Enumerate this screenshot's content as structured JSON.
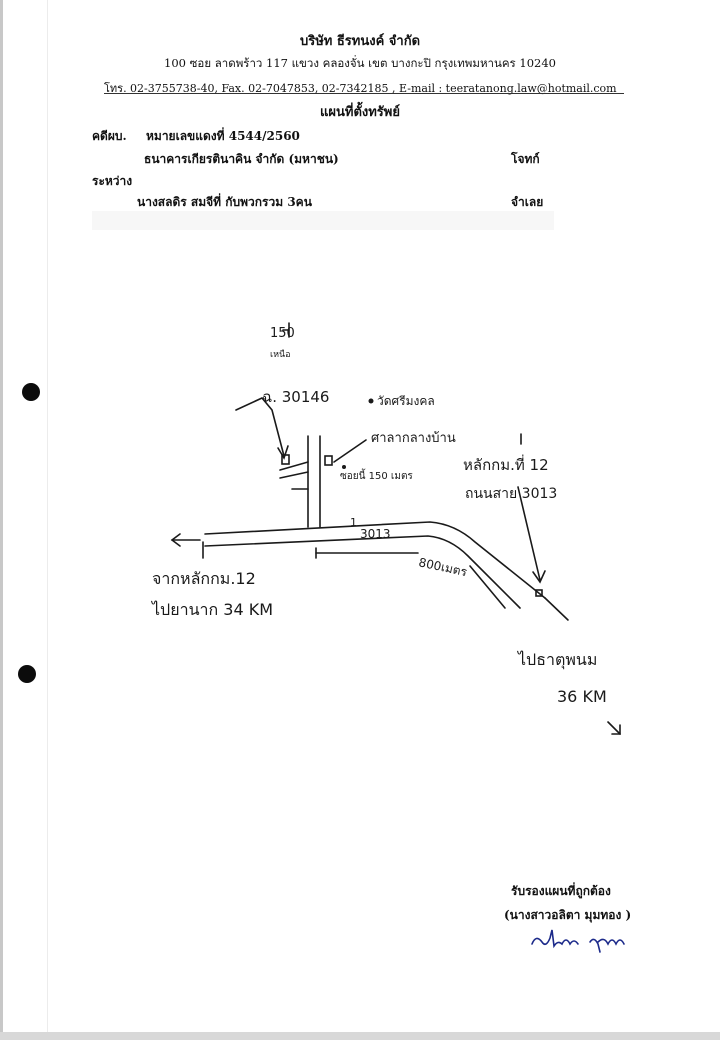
{
  "header": {
    "company": "บริษัท ธีรทนงค์ จำกัด",
    "address": "100 ซอย ลาดพร้าว 117 แขวง คลองจั่น เขต บางกะปิ กรุงเทพมหานคร 10240",
    "contact": "โทร. 02-3755738-40, Fax. 02-7047853, 02-7342185 , E-mail : teeratanong.law@hotmail.com",
    "title": "แผนที่ตั้งทรัพย์"
  },
  "case": {
    "label": "คดีผบ.",
    "number": "หมายเลขแดงที่ 4544/2560",
    "plaintiff": "ธนาคารเกียรตินาคิน จำกัด (มหาชน)",
    "plaintiff_role": "โจทก์",
    "between_label": "ระหว่าง",
    "defendant": "นางสลดิร สมจีที่ กับพวกรวม 3คน",
    "defendant_role": "จำเลย"
  },
  "map": {
    "north_value": "150",
    "north_label": "เหนือ",
    "parcel": "ฉ. 30146",
    "temple": "วัดศรีมงคล",
    "village_hall": "ศาลากลางบ้าน",
    "distance_road": "ซอยนี้ 150 เมตร",
    "road_number": "3013",
    "km_marker": "หลักกม.ที่ 12",
    "road_name": "ถนนสาย 3013",
    "distance_800": "800เมตร",
    "from_label": "จากหลักกม.12",
    "to_left": "ไปยานาก 34 KM",
    "to_right": "ไปธาตุพนม",
    "to_right_km": "36 KM",
    "marker_1": "1"
  },
  "signature": {
    "certify": "รับรองแผนที่ถูกต้อง",
    "name": "(นางสาวอลิตา มุมทอง )",
    "handwritten": "ablm ann"
  },
  "colors": {
    "ink": "#111111",
    "signature_ink": "#1c2a8a",
    "paper": "#ffffff"
  }
}
